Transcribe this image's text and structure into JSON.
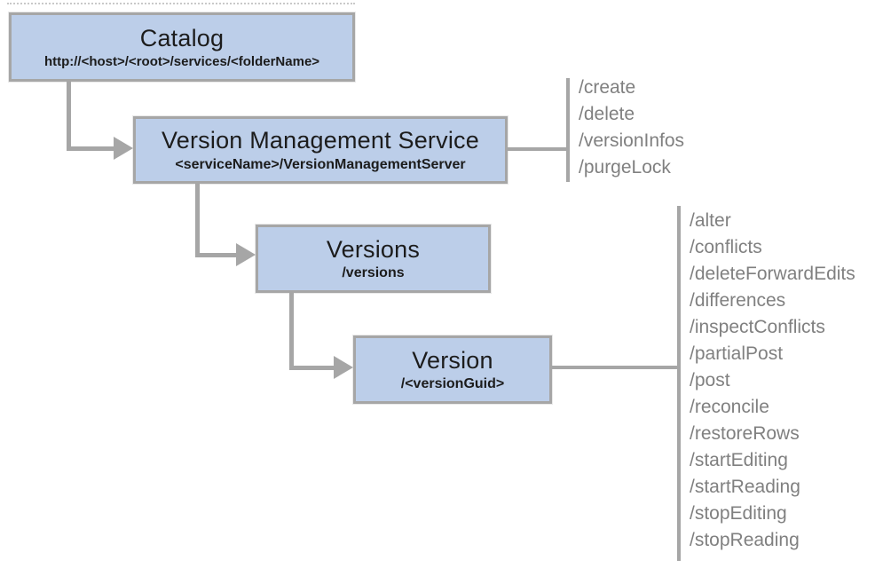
{
  "diagram": {
    "nodes": {
      "catalog": {
        "title": "Catalog",
        "subtitle": "http://<host>/<root>/services/<folderName>"
      },
      "vms": {
        "title": "Version Management Service",
        "subtitle": "<serviceName>/VersionManagementServer"
      },
      "versions": {
        "title": "Versions",
        "subtitle": "/versions"
      },
      "version": {
        "title": "Version",
        "subtitle": "/<versionGuid>"
      }
    },
    "vms_operations": [
      "/create",
      "/delete",
      "/versionInfos",
      "/purgeLock"
    ],
    "version_operations": [
      "/alter",
      "/conflicts",
      "/deleteForwardEdits",
      "/differences",
      "/inspectConflicts",
      "/partialPost",
      "/post",
      "/reconcile",
      "/restoreRows",
      "/startEditing",
      "/startReading",
      "/stopEditing",
      "/stopReading"
    ],
    "colors": {
      "node_fill": "#bccee9",
      "node_border": "#a6a6a6",
      "connector": "#a6a6a6",
      "operation_text": "#808080",
      "node_text": "#1c1c1c"
    }
  }
}
